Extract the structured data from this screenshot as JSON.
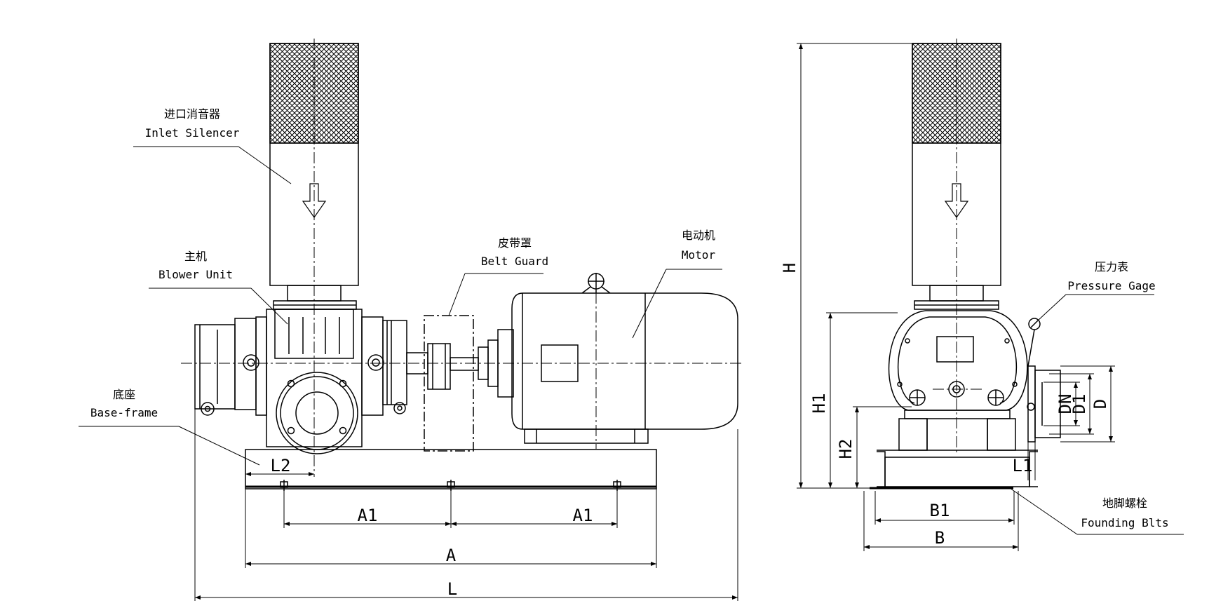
{
  "labels": {
    "inlet_silencer": {
      "zh": "进口消音器",
      "en": "Inlet Silencer"
    },
    "blower_unit": {
      "zh": "主机",
      "en": "Blower Unit"
    },
    "belt_guard": {
      "zh": "皮带罩",
      "en": "Belt Guard"
    },
    "motor": {
      "zh": "电动机",
      "en": "Motor"
    },
    "base_frame": {
      "zh": "底座",
      "en": "Base-frame"
    },
    "pressure_gage": {
      "zh": "压力表",
      "en": "Pressure Gage"
    },
    "founding_bolts": {
      "zh": "地脚螺栓",
      "en": "Founding Blts"
    }
  },
  "dimensions": {
    "front": {
      "l2": "L2",
      "a1_left": "A1",
      "a1_right": "A1",
      "a": "A",
      "l": "L"
    },
    "side": {
      "h": "H",
      "h1": "H1",
      "h2": "H2",
      "dn": "DN",
      "d1": "D1",
      "d": "D",
      "l1": "L1",
      "b1": "B1",
      "b": "B"
    }
  },
  "colors": {
    "line": "#000000",
    "background": "#ffffff"
  }
}
